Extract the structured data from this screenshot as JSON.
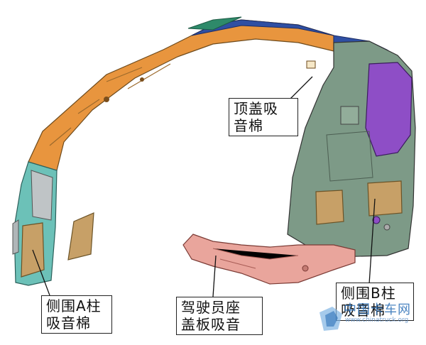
{
  "labels": {
    "roof": [
      "顶盖吸",
      "音棉"
    ],
    "a_pillar": [
      "侧围A柱",
      "吸音棉"
    ],
    "seat_cover": [
      "驾驶员座",
      "盖板吸音"
    ],
    "b_pillar": [
      "侧围B柱",
      "吸音棉"
    ]
  },
  "watermark": {
    "text": "中国卡车网",
    "url": "www.chinatruck.org"
  },
  "colors": {
    "roof_orange": "#e8953e",
    "a_pillar_teal": "#6cc1b8",
    "b_pillar_purple": "#8e4ec6",
    "rear_gray_green": "#7d9a87",
    "seat_pink": "#e9a59c",
    "foam_tan": "#c7a067",
    "roof_blue": "#2f4fa3"
  }
}
